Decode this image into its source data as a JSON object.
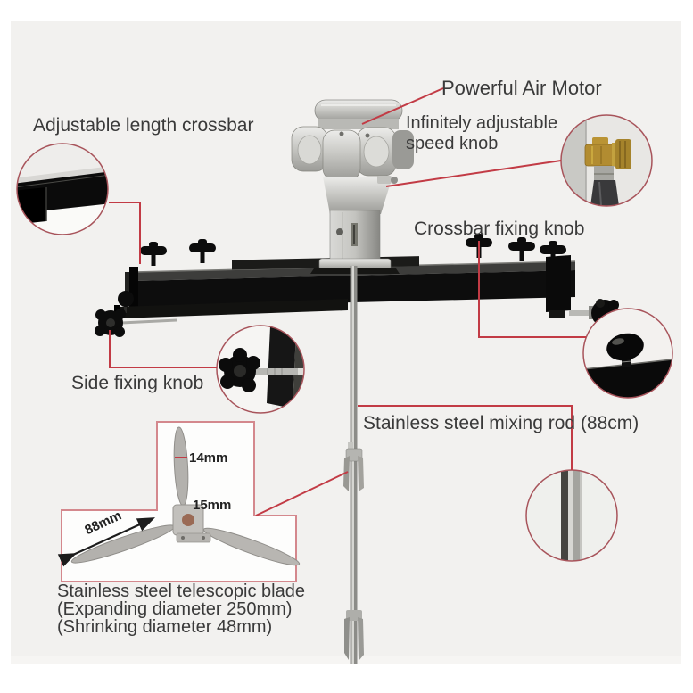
{
  "colors": {
    "leader_red": "#c23b45",
    "circle_border": "#a8545b",
    "box_border": "#d4888d",
    "text": "#3a3a3a",
    "photo_bg": "#f2f1ef"
  },
  "callouts": {
    "air_motor": "Powerful Air Motor",
    "speed_knob": "Infinitely adjustable speed knob",
    "crossbar": "Adjustable length crossbar",
    "crossbar_fixing_knob": "Crossbar fixing knob",
    "side_fixing_knob": "Side fixing knob",
    "mixing_rod": "Stainless steel mixing rod (88cm)"
  },
  "blade_spec": {
    "line1": "Stainless steel telescopic blade",
    "line2": "(Expanding diameter 250mm)",
    "line3": "(Shrinking diameter 48mm)"
  },
  "dimensions": {
    "blade_width": "14mm",
    "hub_bore": "15mm",
    "blade_length": "88mm"
  }
}
